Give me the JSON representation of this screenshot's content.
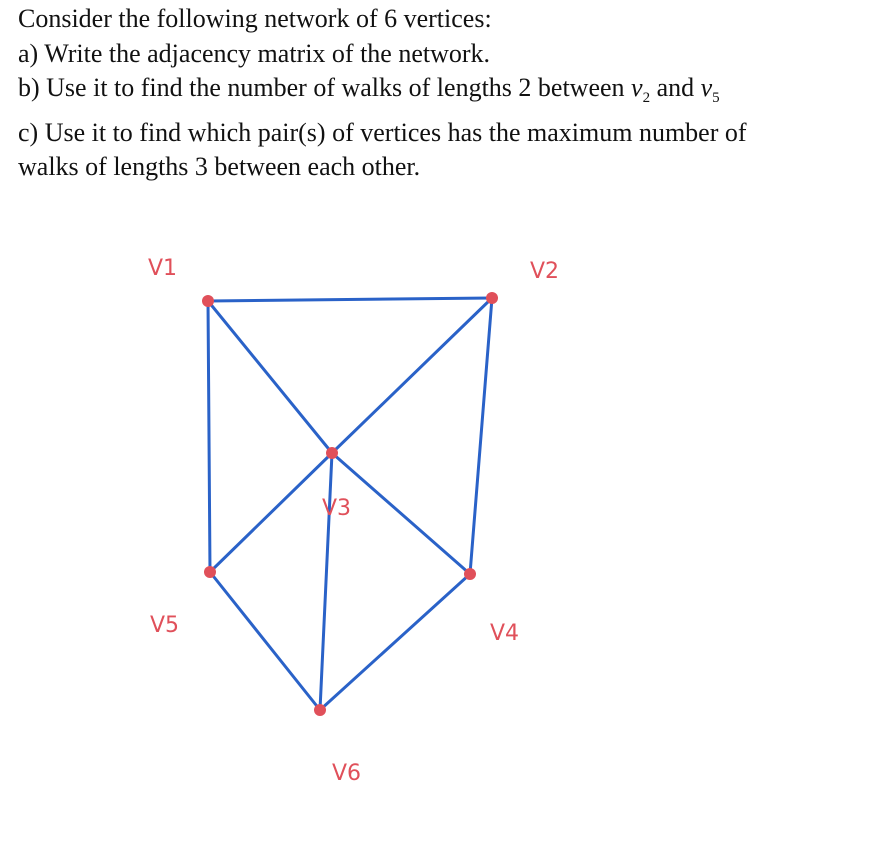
{
  "question": {
    "intro": "Consider the following network of 6 vertices:",
    "part_a": "a) Write the adjacency matrix of the network.",
    "part_b_prefix": "b) Use it to find the number of walks of lengths 2 between ",
    "part_b_v1": "v",
    "part_b_v1_sub": "2",
    "part_b_and": " and ",
    "part_b_v2": "v",
    "part_b_v2_sub": "5",
    "part_c_line1": "c) Use it to find which pair(s) of vertices has the maximum number of",
    "part_c_line2": "walks of lengths 3 between each other."
  },
  "graph": {
    "edge_color": "#2a62c8",
    "vertex_color": "#e0505a",
    "vertices": [
      {
        "id": "v1",
        "label": "V1"
      },
      {
        "id": "v2",
        "label": "V2"
      },
      {
        "id": "v3",
        "label": "V3"
      },
      {
        "id": "v4",
        "label": "V4"
      },
      {
        "id": "v5",
        "label": "V5"
      },
      {
        "id": "v6",
        "label": "V6"
      }
    ],
    "edges": [
      [
        "v1",
        "v2"
      ],
      [
        "v1",
        "v3"
      ],
      [
        "v1",
        "v5"
      ],
      [
        "v2",
        "v3"
      ],
      [
        "v2",
        "v4"
      ],
      [
        "v3",
        "v4"
      ],
      [
        "v3",
        "v5"
      ],
      [
        "v3",
        "v6"
      ],
      [
        "v5",
        "v6"
      ],
      [
        "v4",
        "v6"
      ]
    ]
  }
}
